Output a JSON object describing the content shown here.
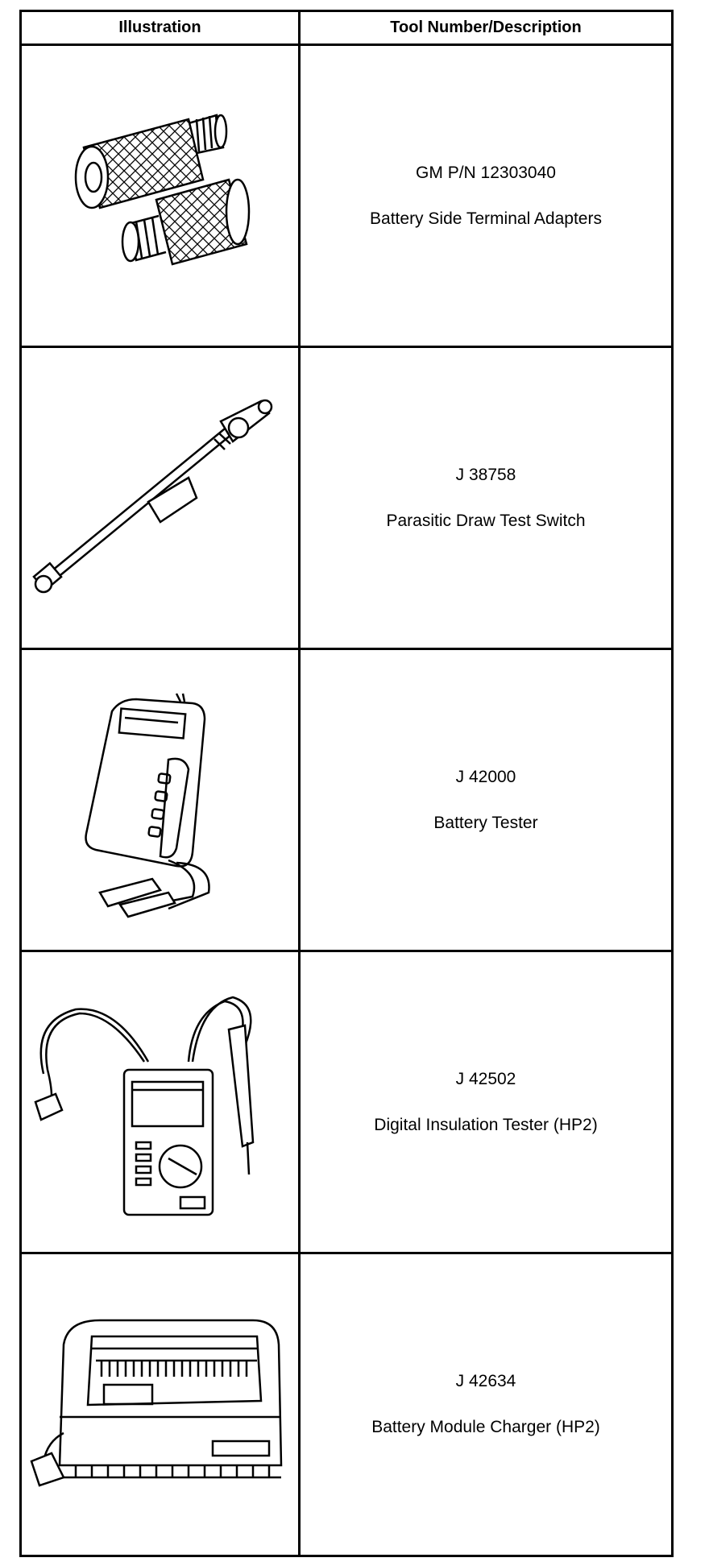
{
  "table": {
    "headers": {
      "illustration": "Illustration",
      "tool": "Tool Number/Description"
    },
    "rows": [
      {
        "number": "GM P/N 12303040",
        "description": "Battery Side Terminal Adapters",
        "icon": "terminal-adapters-icon"
      },
      {
        "number": "J 38758",
        "description": "Parasitic Draw Test Switch",
        "icon": "test-switch-icon"
      },
      {
        "number": "J 42000",
        "description": "Battery Tester",
        "icon": "battery-tester-icon"
      },
      {
        "number": "J 42502",
        "description": "Digital Insulation Tester (HP2)",
        "icon": "insulation-tester-icon"
      },
      {
        "number": "J 42634",
        "description": "Battery Module Charger (HP2)",
        "icon": "module-charger-icon"
      }
    ]
  }
}
